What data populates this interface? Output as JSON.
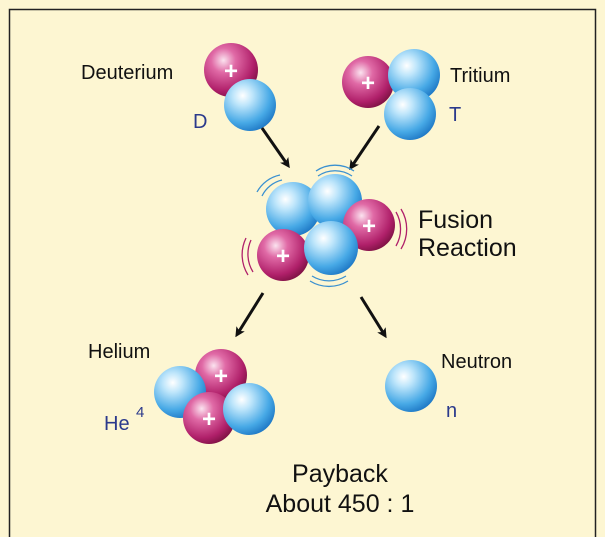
{
  "labels": {
    "deuterium": "Deuterium",
    "deuterium_symbol": "D",
    "tritium": "Tritium",
    "tritium_symbol": "T",
    "fusion_line1": "Fusion",
    "fusion_line2": "Reaction",
    "helium": "Helium",
    "helium_symbol": "He",
    "helium_superscript": "4",
    "neutron": "Neutron",
    "neutron_symbol": "n",
    "payback_line1": "Payback",
    "payback_line2": "About 450 : 1"
  },
  "proton_mark": "+",
  "colors": {
    "background": "#fdf6d2",
    "frame": "#222222",
    "proton": "#b0206a",
    "neutron": "#2e9ae0",
    "arrow": "#111111",
    "label_blue": "#2b3a8c"
  }
}
